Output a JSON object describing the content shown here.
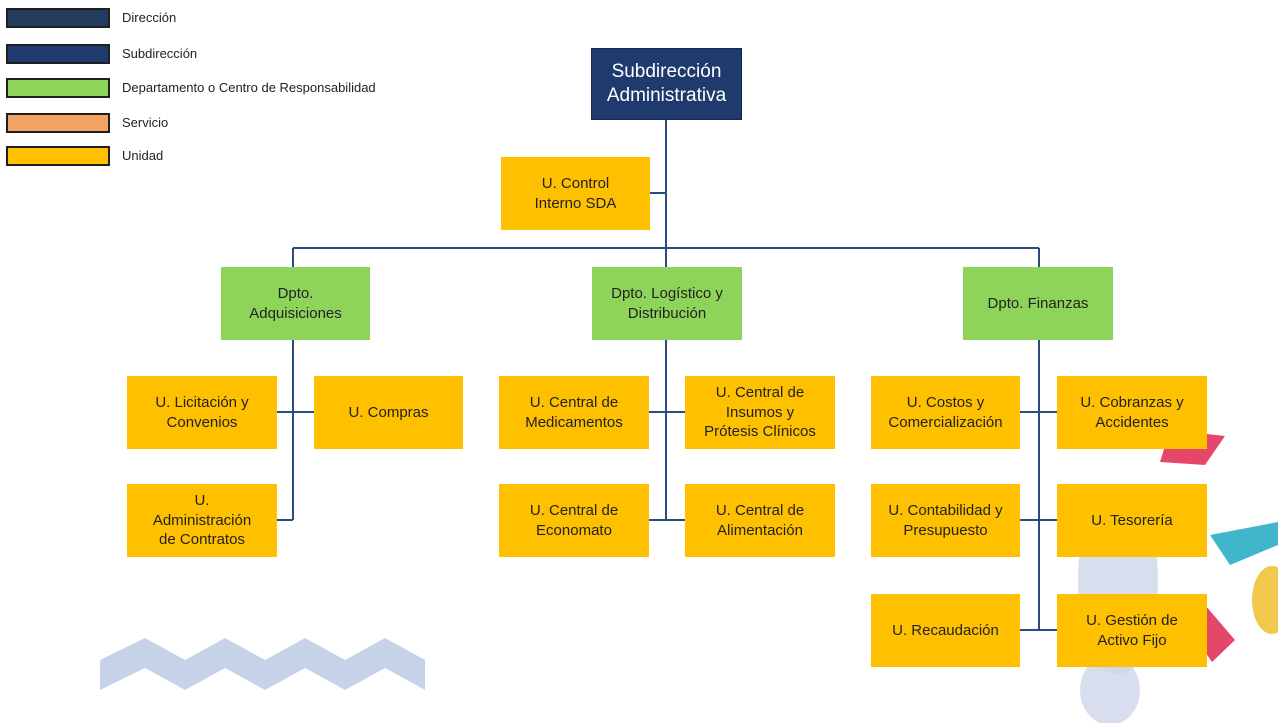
{
  "legend": [
    {
      "label": "Dirección",
      "color": "#243b5e"
    },
    {
      "label": "Subdirección",
      "color": "#1f3b6e"
    },
    {
      "label": "Departamento o Centro de Responsabilidad",
      "color": "#8fd45a"
    },
    {
      "label": "Servicio",
      "color": "#f4a261"
    },
    {
      "label": "Unidad",
      "color": "#ffc000"
    }
  ],
  "chart": {
    "root": "Subdirección\nAdministrativa",
    "control_unit": "U. Control\nInterno SDA",
    "departments": [
      {
        "label": "Dpto.\nAdquisiciones",
        "units": [
          "U. Licitación y\nConvenios",
          "U. Compras",
          "U.\nAdministración\nde Contratos"
        ]
      },
      {
        "label": "Dpto. Logístico y\nDistribución",
        "units": [
          "U. Central de\nMedicamentos",
          "U. Central de\nInsumos y\nPrótesis Clínicos",
          "U. Central de\nEconomato",
          "U. Central de\nAlimentación"
        ]
      },
      {
        "label": "Dpto. Finanzas",
        "units": [
          "U. Costos y\nComercialización",
          "U. Cobranzas y\nAccidentes",
          "U. Contabilidad y\nPresupuesto",
          "U. Tesorería",
          "U. Recaudación",
          "U. Gestión de\nActivo Fijo"
        ]
      }
    ]
  }
}
